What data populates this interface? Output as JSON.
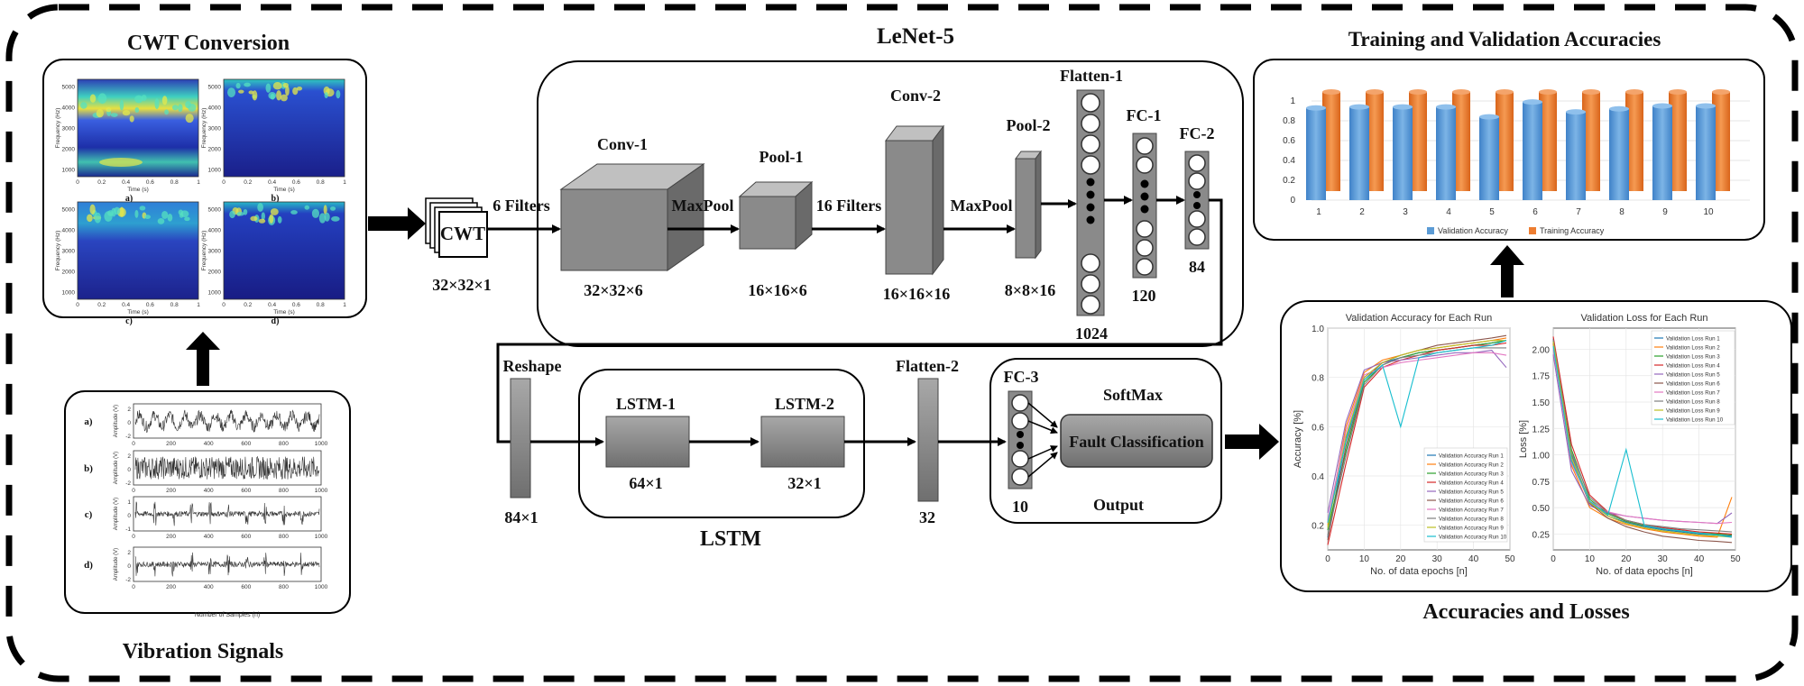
{
  "titles": {
    "cwt": "CWT Conversion",
    "lenet": "LeNet-5",
    "train_val": "Training and Validation Accuracies",
    "acc_loss": "Accuracies and Losses",
    "vibration": "Vibration Signals",
    "lstm": "LSTM",
    "output": "Output"
  },
  "cwt_panels": {
    "labels": [
      "a)",
      "b)",
      "c)",
      "d)"
    ],
    "ylabel": "Frequency (Hz)",
    "xlabel": "Time (s)",
    "yticks": [
      "5000",
      "4000",
      "3000",
      "2000",
      "1000"
    ],
    "xticks": [
      "0",
      "0.2",
      "0.4",
      "0.6",
      "0.8",
      "1"
    ]
  },
  "vibration_panels": {
    "labels": [
      "a)",
      "b)",
      "c)",
      "d)"
    ],
    "ylabel": "Amplitude (V)",
    "xlabel": "Number of Samples (n)",
    "xticks": [
      "0",
      "200",
      "400",
      "600",
      "800",
      "1000"
    ]
  },
  "cwt_block": {
    "label": "CWT",
    "dims": "32×32×1"
  },
  "lenet": {
    "filters_6": "6 Filters",
    "filters_16": "16 Filters",
    "maxpool_1": "MaxPool",
    "maxpool_2": "MaxPool",
    "conv1": {
      "label": "Conv-1",
      "dims": "32×32×6"
    },
    "pool1": {
      "label": "Pool-1",
      "dims": "16×16×6"
    },
    "conv2": {
      "label": "Conv-2",
      "dims": "16×16×16"
    },
    "pool2": {
      "label": "Pool-2",
      "dims": "8×8×16"
    },
    "flatten1": {
      "label": "Flatten-1",
      "dims": "1024"
    },
    "fc1": {
      "label": "FC-1",
      "dims": "120"
    },
    "fc2": {
      "label": "FC-2",
      "dims": "84"
    }
  },
  "lower": {
    "reshape": {
      "label": "Reshape",
      "dims": "84×1"
    },
    "lstm1": {
      "label": "LSTM-1",
      "dims": "64×1"
    },
    "lstm2": {
      "label": "LSTM-2",
      "dims": "32×1"
    },
    "flatten2": {
      "label": "Flatten-2",
      "dims": "32"
    },
    "fc3": {
      "label": "FC-3",
      "dims": "10"
    },
    "softmax": "SoftMax",
    "fault": "Fault Classification"
  },
  "bar_chart": {
    "yticks": [
      "1",
      "0.8",
      "0.6",
      "0.4",
      "0.2",
      "0"
    ],
    "legend_validation": "Validation Accuracy",
    "legend_training": "Training Accuracy",
    "colors": {
      "validation": "#5b9bd5",
      "training": "#ed7d31"
    }
  },
  "acc_chart": {
    "title": "Validation Accuracy for Each Run",
    "xlabel": "No. of data epochs [n]",
    "ylabel": "Accuracy [%]",
    "yticks": [
      "1.0",
      "0.8",
      "0.6",
      "0.4",
      "0.2"
    ],
    "xticks": [
      "0",
      "10",
      "20",
      "30",
      "40",
      "50"
    ]
  },
  "loss_chart": {
    "title": "Validation Loss for Each Run",
    "xlabel": "No. of data epochs [n]",
    "ylabel": "Loss [%]",
    "yticks": [
      "2.00",
      "1.75",
      "1.50",
      "1.25",
      "1.00",
      "0.75",
      "0.50",
      "0.25"
    ],
    "xticks": [
      "0",
      "10",
      "20",
      "30",
      "40",
      "50"
    ]
  },
  "run_colors": [
    "#1f77b4",
    "#ff7f0e",
    "#2ca02c",
    "#d62728",
    "#9467bd",
    "#8c564b",
    "#e377c2",
    "#7f7f7f",
    "#bcbd22",
    "#17becf"
  ],
  "chart_data": [
    {
      "type": "bar",
      "categories": [
        "1",
        "2",
        "3",
        "4",
        "5",
        "6",
        "7",
        "8",
        "9",
        "10"
      ],
      "series": [
        {
          "name": "Validation Accuracy",
          "values": [
            0.93,
            0.94,
            0.94,
            0.94,
            0.84,
            0.99,
            0.89,
            0.92,
            0.95,
            0.95
          ]
        },
        {
          "name": "Training Accuracy",
          "values": [
            1.0,
            1.0,
            1.0,
            1.0,
            1.0,
            1.0,
            1.0,
            1.0,
            1.0,
            1.0
          ]
        }
      ],
      "ylim": [
        0,
        1
      ],
      "legend": "bottom"
    },
    {
      "type": "line",
      "title": "Validation Accuracy for Each Run",
      "xlabel": "No. of data epochs [n]",
      "ylabel": "Accuracy [%]",
      "x": [
        0,
        5,
        10,
        15,
        20,
        25,
        30,
        35,
        40,
        45,
        49
      ],
      "series": [
        {
          "name": "Validation Accuracy Run 1",
          "values": [
            0.15,
            0.55,
            0.8,
            0.86,
            0.88,
            0.9,
            0.91,
            0.92,
            0.93,
            0.94,
            0.95
          ]
        },
        {
          "name": "Validation Accuracy Run 2",
          "values": [
            0.2,
            0.6,
            0.82,
            0.87,
            0.89,
            0.91,
            0.92,
            0.93,
            0.94,
            0.95,
            0.96
          ]
        },
        {
          "name": "Validation Accuracy Run 3",
          "values": [
            0.18,
            0.5,
            0.78,
            0.85,
            0.88,
            0.9,
            0.91,
            0.92,
            0.93,
            0.94,
            0.95
          ]
        },
        {
          "name": "Validation Accuracy Run 4",
          "values": [
            0.12,
            0.45,
            0.76,
            0.84,
            0.87,
            0.89,
            0.91,
            0.92,
            0.93,
            0.93,
            0.94
          ]
        },
        {
          "name": "Validation Accuracy Run 5",
          "values": [
            0.25,
            0.62,
            0.83,
            0.86,
            0.87,
            0.88,
            0.89,
            0.9,
            0.9,
            0.91,
            0.84
          ]
        },
        {
          "name": "Validation Accuracy Run 6",
          "values": [
            0.14,
            0.52,
            0.79,
            0.86,
            0.89,
            0.91,
            0.93,
            0.94,
            0.95,
            0.96,
            0.97
          ]
        },
        {
          "name": "Validation Accuracy Run 7",
          "values": [
            0.22,
            0.58,
            0.81,
            0.84,
            0.86,
            0.87,
            0.88,
            0.89,
            0.9,
            0.9,
            0.89
          ]
        },
        {
          "name": "Validation Accuracy Run 8",
          "values": [
            0.16,
            0.48,
            0.77,
            0.85,
            0.88,
            0.89,
            0.9,
            0.91,
            0.92,
            0.92,
            0.92
          ]
        },
        {
          "name": "Validation Accuracy Run 9",
          "values": [
            0.19,
            0.56,
            0.8,
            0.86,
            0.89,
            0.91,
            0.92,
            0.93,
            0.94,
            0.95,
            0.95
          ]
        },
        {
          "name": "Validation Accuracy Run 10",
          "values": [
            0.21,
            0.54,
            0.79,
            0.85,
            0.6,
            0.88,
            0.9,
            0.91,
            0.92,
            0.93,
            0.95
          ]
        }
      ],
      "xlim": [
        0,
        50
      ],
      "ylim": [
        0.1,
        1.0
      ],
      "legend": "bottom-right"
    },
    {
      "type": "line",
      "title": "Validation Loss for Each Run",
      "xlabel": "No. of data epochs [n]",
      "ylabel": "Loss [%]",
      "x": [
        0,
        5,
        10,
        15,
        20,
        25,
        30,
        35,
        40,
        45,
        49
      ],
      "series": [
        {
          "name": "Validation Loss Run 1",
          "values": [
            2.1,
            1.0,
            0.55,
            0.42,
            0.36,
            0.32,
            0.29,
            0.27,
            0.25,
            0.24,
            0.23
          ]
        },
        {
          "name": "Validation Loss Run 2",
          "values": [
            2.05,
            0.9,
            0.5,
            0.4,
            0.34,
            0.3,
            0.27,
            0.25,
            0.23,
            0.22,
            0.6
          ]
        },
        {
          "name": "Validation Loss Run 3",
          "values": [
            2.08,
            1.05,
            0.58,
            0.44,
            0.37,
            0.33,
            0.3,
            0.28,
            0.26,
            0.25,
            0.24
          ]
        },
        {
          "name": "Validation Loss Run 4",
          "values": [
            2.12,
            1.1,
            0.62,
            0.46,
            0.38,
            0.34,
            0.31,
            0.29,
            0.27,
            0.26,
            0.25
          ]
        },
        {
          "name": "Validation Loss Run 5",
          "values": [
            1.95,
            0.85,
            0.52,
            0.45,
            0.42,
            0.4,
            0.38,
            0.37,
            0.36,
            0.35,
            0.45
          ]
        },
        {
          "name": "Validation Loss Run 6",
          "values": [
            2.06,
            0.95,
            0.54,
            0.4,
            0.32,
            0.27,
            0.23,
            0.21,
            0.19,
            0.18,
            0.17
          ]
        },
        {
          "name": "Validation Loss Run 7",
          "values": [
            2.0,
            0.92,
            0.56,
            0.46,
            0.42,
            0.4,
            0.38,
            0.37,
            0.36,
            0.35,
            0.36
          ]
        },
        {
          "name": "Validation Loss Run 8",
          "values": [
            2.09,
            1.02,
            0.6,
            0.45,
            0.38,
            0.34,
            0.32,
            0.3,
            0.29,
            0.28,
            0.27
          ]
        },
        {
          "name": "Validation Loss Run 9",
          "values": [
            2.07,
            0.98,
            0.55,
            0.42,
            0.35,
            0.31,
            0.28,
            0.26,
            0.24,
            0.23,
            0.22
          ]
        },
        {
          "name": "Validation Loss Run 10",
          "values": [
            2.03,
            0.94,
            0.56,
            0.43,
            1.05,
            0.33,
            0.3,
            0.28,
            0.26,
            0.24,
            0.22
          ]
        }
      ],
      "xlim": [
        0,
        50
      ],
      "ylim": [
        0.1,
        2.2
      ],
      "legend": "top-right"
    }
  ]
}
